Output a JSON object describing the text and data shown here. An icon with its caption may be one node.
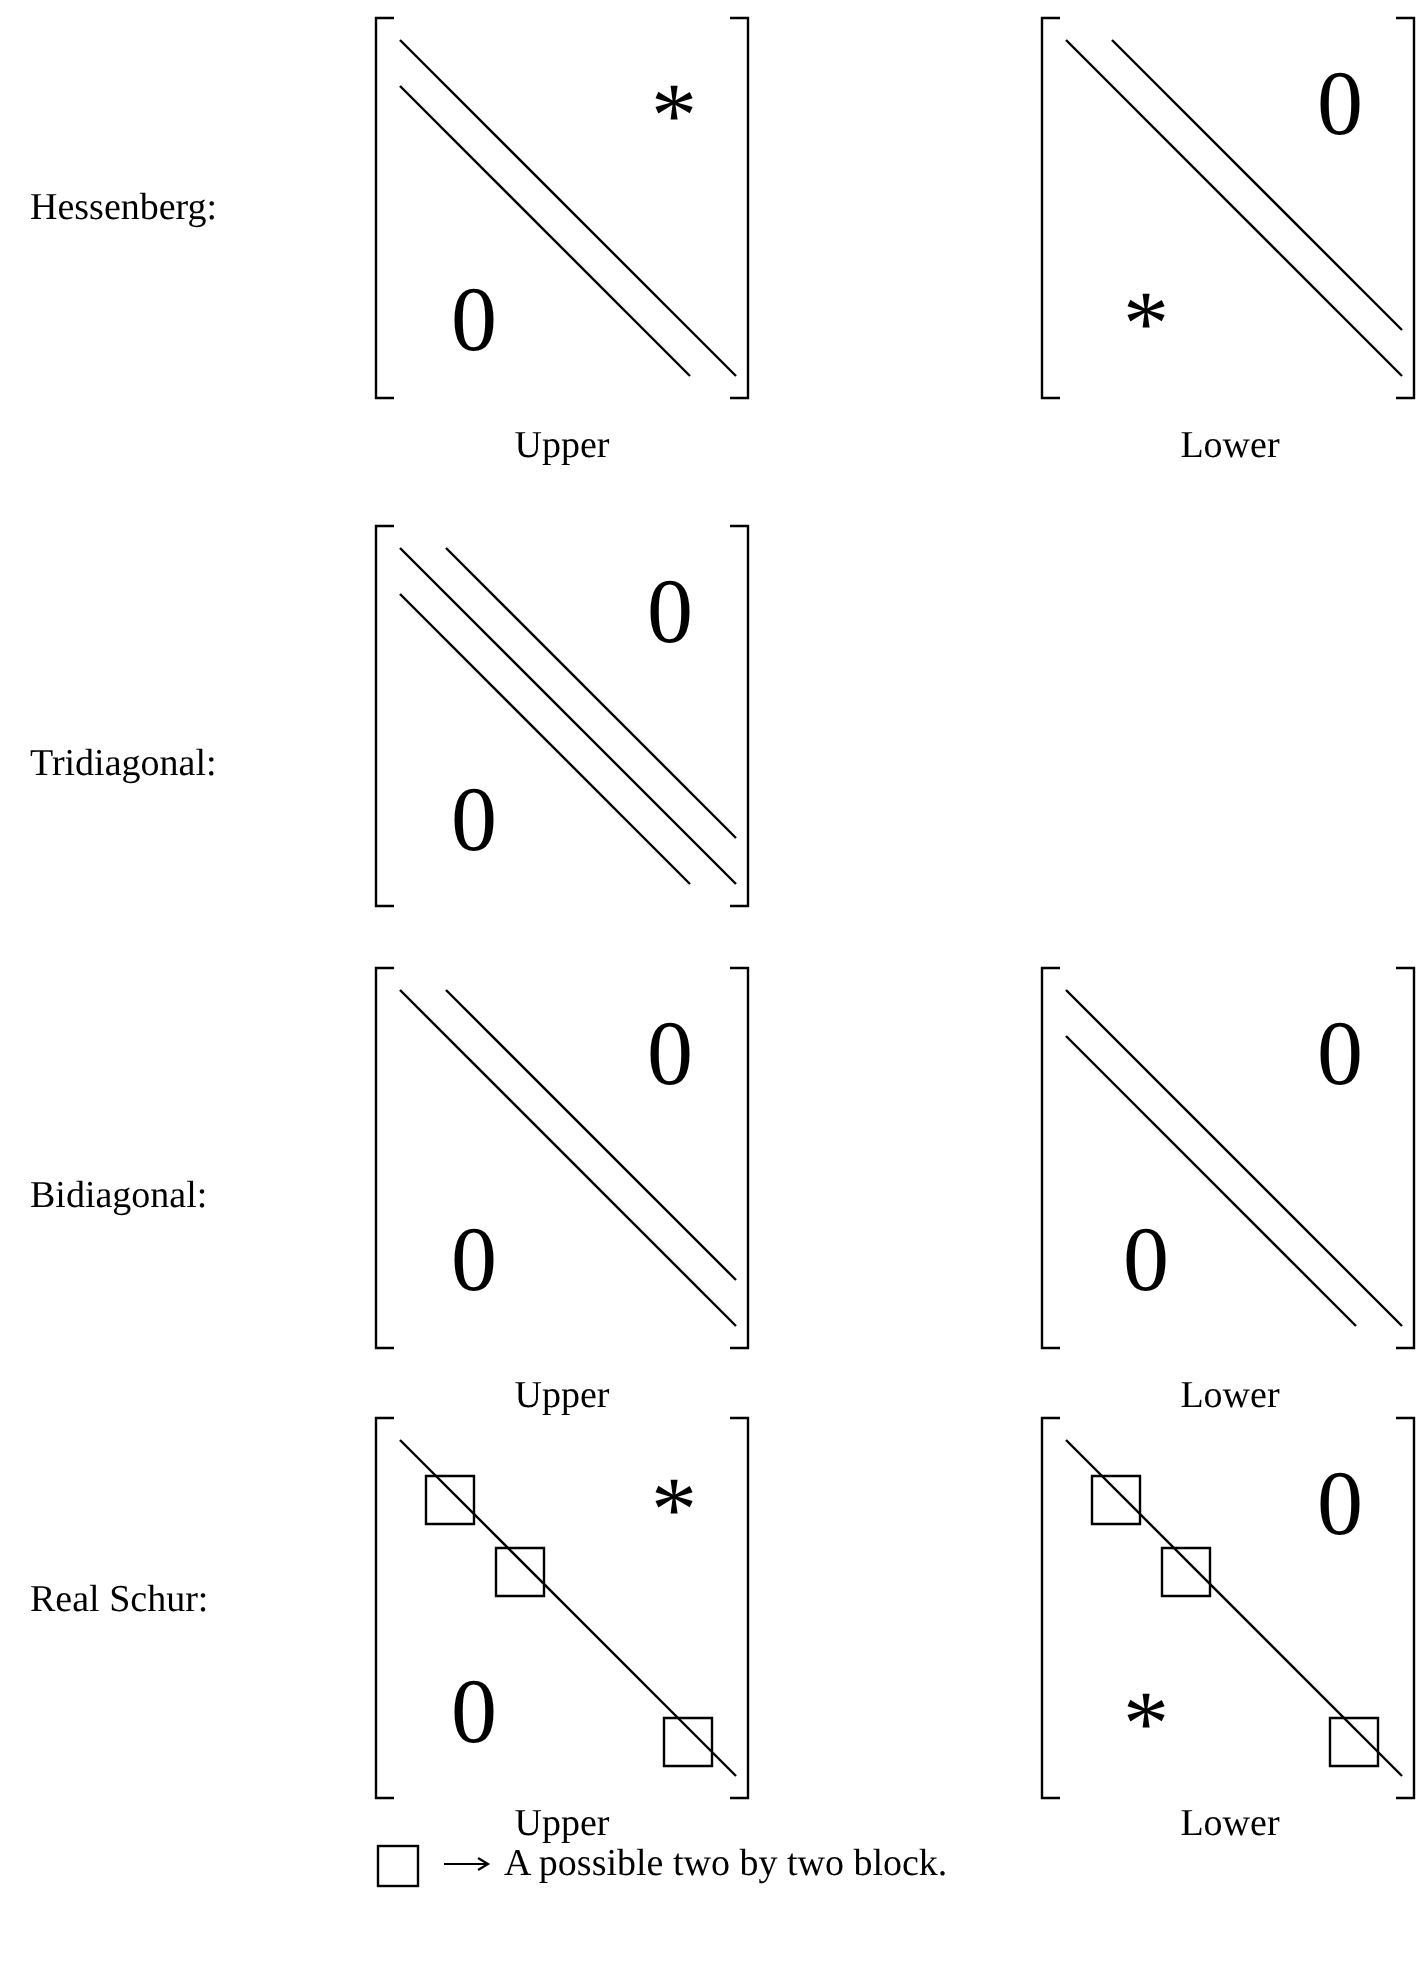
{
  "diagram": {
    "labels": [
      "Hessenberg:",
      "*",
      "0",
      "Upper",
      "0",
      "*",
      "Lower",
      "Tridiagonal:",
      "0",
      "0",
      "Bidiagonal:",
      "0",
      "0",
      "Upper",
      "0",
      "0",
      "Lower",
      "Real Schur:",
      "*",
      "0",
      "Upper",
      "0",
      "*",
      "Lower"
    ],
    "legend": [
      {
        "text": "A possible two by two block."
      }
    ]
  }
}
